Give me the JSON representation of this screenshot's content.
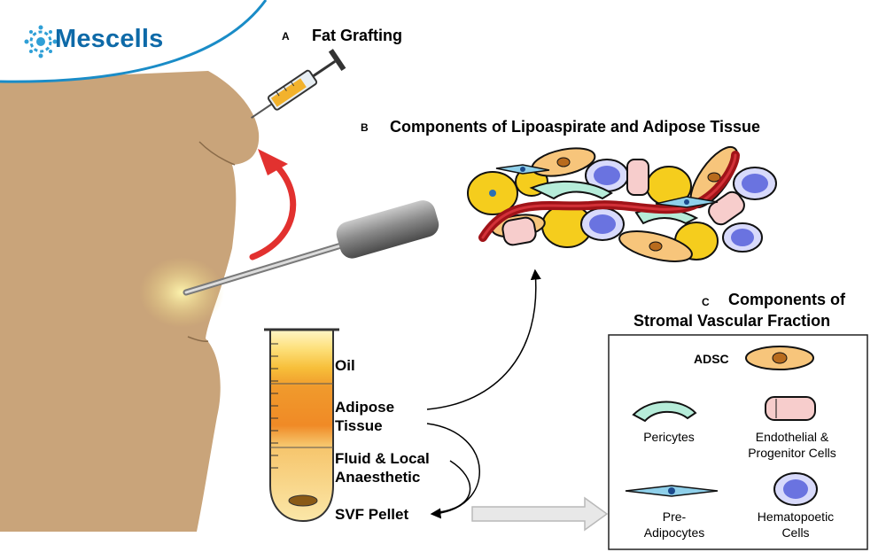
{
  "brand": {
    "name": "Mescells",
    "color": "#0e6aa8",
    "icon": "cell-cluster-logo"
  },
  "panel_a": {
    "letter": "A",
    "title": "Fat Grafting"
  },
  "panel_b": {
    "letter": "B",
    "title": "Components of Lipoaspirate and Adipose Tissue"
  },
  "panel_c": {
    "letter": "C",
    "title_line1": "Components of",
    "title_line2": "Stromal Vascular Fraction"
  },
  "tube": {
    "layers": [
      "Oil",
      "Adipose Tissue",
      "Fluid & Local Anaesthetic",
      "SVF Pellet"
    ],
    "oil": "Oil",
    "adipose_1": "Adipose",
    "adipose_2": "Tissue",
    "fluid_1": "Fluid & Local",
    "fluid_2": "Anaesthetic",
    "pellet": "SVF Pellet"
  },
  "legend": {
    "adsc": "ADSC",
    "pericytes": "Pericytes",
    "endothelial_1": "Endothelial &",
    "endothelial_2": "Progenitor Cells",
    "preadipocytes_1": "Pre-",
    "preadipocytes_2": "Adipocytes",
    "hematopoetic_1": "Hematopoetic",
    "hematopoetic_2": "Cells"
  },
  "colors": {
    "skin": "#c9a47a",
    "arrow_red": "#e2312f",
    "adipocyte_yellow": "#f5cd1d",
    "adsc_orange": "#f7c57b",
    "pericyte_green": "#b6ecd9",
    "endothelial_pink": "#f7cdcc",
    "hematopoetic_blue": "#6a73e0",
    "vessel_red": "#a01318",
    "preadipocyte_blue": "#8fd0ea"
  }
}
